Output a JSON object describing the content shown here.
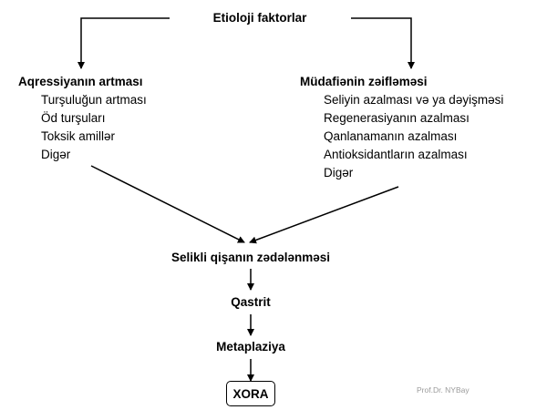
{
  "root": "Etioloji faktorlar",
  "left": {
    "title": "Aqressiyanın artması",
    "items": [
      "Turşuluğun artması",
      "Öd turşuları",
      "Toksik amillər",
      "Digər"
    ]
  },
  "right": {
    "title": "Müdafiənin zəifləməsi",
    "items": [
      "Seliyin azalması və ya dəyişməsi",
      "Regenerasiyanın azalması",
      "Qanlanamanın azalması",
      "Antioksidantların azalması",
      "Digər"
    ]
  },
  "chain": [
    "Selikli qişanın zədələnməsi",
    "Qastrit",
    "Metaplaziya"
  ],
  "outcome": "XORA",
  "watermark": "Prof.Dr. NYBay"
}
